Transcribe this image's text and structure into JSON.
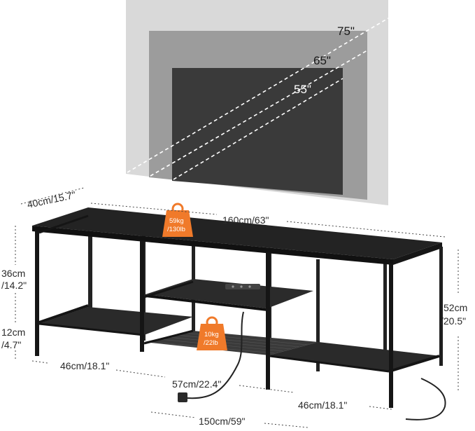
{
  "tv_sizes": {
    "large": "75\"",
    "medium": "65\"",
    "small": "55\""
  },
  "weights": {
    "top": {
      "line1": "59kg",
      "line2": "/130lb"
    },
    "middle": {
      "line1": "10kg",
      "line2": "/22lb"
    }
  },
  "dimensions": {
    "depth": "40cm/15.7\"",
    "width": "160cm/63\"",
    "upper_height": {
      "line1": "36cm",
      "line2": "/14.2\""
    },
    "lower_height": {
      "line1": "12cm",
      "line2": "/4.7\""
    },
    "total_height": {
      "line1": "52cm",
      "line2": "/20.5\""
    },
    "left_section": "46cm/18.1\"",
    "middle_section": "57cm/22.4\"",
    "right_section": "46cm/18.1\"",
    "inner_width": "150cm/59\""
  },
  "colors": {
    "tv_large": "#d9d9d9",
    "tv_medium": "#9c9c9c",
    "tv_small": "#3a3a3a",
    "furniture": "#1c1c1c",
    "badge": "#f07a2a"
  }
}
